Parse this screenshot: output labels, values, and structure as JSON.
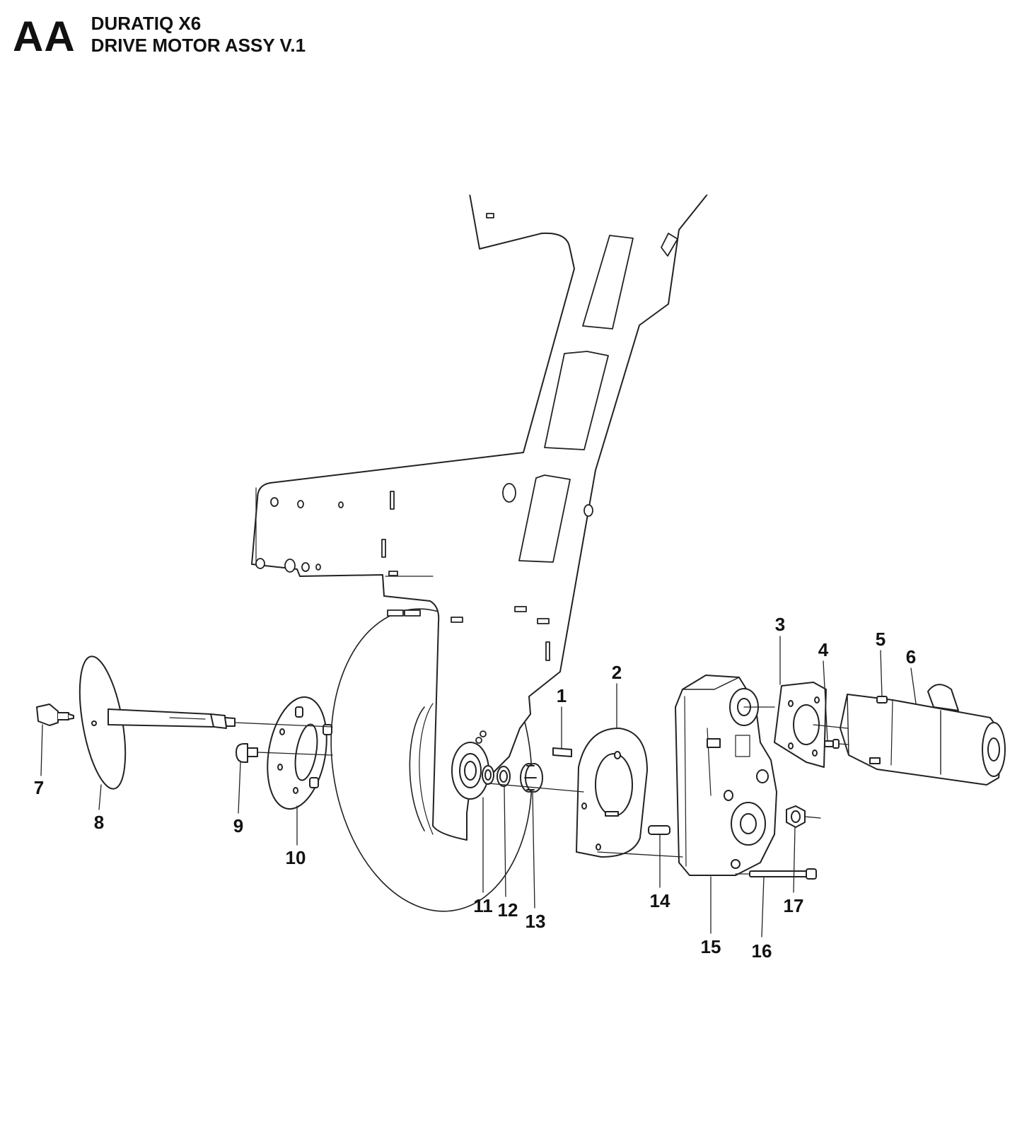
{
  "header": {
    "section_code": "AA",
    "model": "DURATIQ X6",
    "assembly": "DRIVE MOTOR ASSY V.1"
  },
  "callouts": [
    {
      "part": "1",
      "label": "1"
    },
    {
      "part": "2",
      "label": "2"
    },
    {
      "part": "3",
      "label": "3"
    },
    {
      "part": "4",
      "label": "4"
    },
    {
      "part": "5",
      "label": "5"
    },
    {
      "part": "6",
      "label": "6"
    },
    {
      "part": "7",
      "label": "7"
    },
    {
      "part": "8",
      "label": "8"
    },
    {
      "part": "9",
      "label": "9"
    },
    {
      "part": "10",
      "label": "10"
    },
    {
      "part": "11",
      "label": "11"
    },
    {
      "part": "12",
      "label": "12"
    },
    {
      "part": "13",
      "label": "13"
    },
    {
      "part": "14",
      "label": "14"
    },
    {
      "part": "15",
      "label": "15"
    },
    {
      "part": "16",
      "label": "16"
    },
    {
      "part": "17",
      "label": "17"
    }
  ]
}
